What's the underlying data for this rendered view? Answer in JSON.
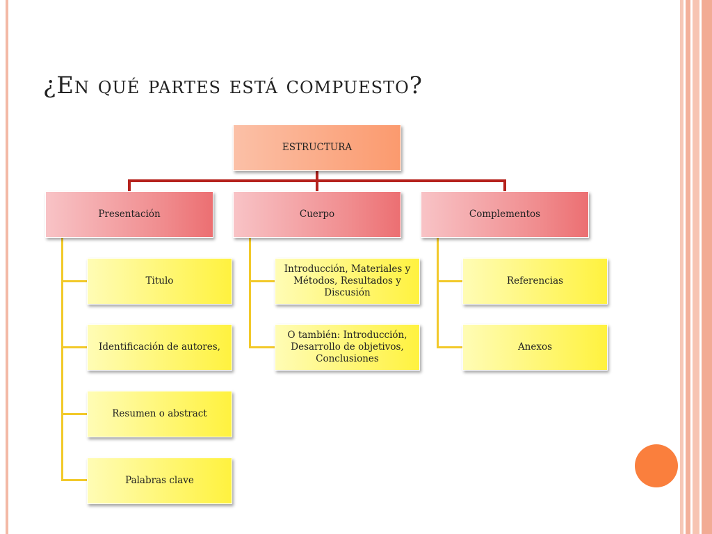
{
  "slide": {
    "title": "¿En qué partes está compuesto?"
  },
  "diagram": {
    "root": "ESTRUCTURA",
    "branches": [
      {
        "label": "Presentación",
        "items": [
          "Titulo",
          "Identificación de autores,",
          "Resumen o abstract",
          "Palabras clave"
        ]
      },
      {
        "label": "Cuerpo",
        "items": [
          "Introducción, Materiales y Métodos, Resultados y Discusión",
          "O también: Introducción, Desarrollo de objetivos, Conclusiones"
        ]
      },
      {
        "label": "Complementos",
        "items": [
          "Referencias",
          "Anexos"
        ]
      }
    ]
  },
  "colors": {
    "connector_top": "#b5221d",
    "connector_leaf": "#f2c92a",
    "accent_circle": "#fa7f3d",
    "border_stripes": "#f3b9a6"
  }
}
